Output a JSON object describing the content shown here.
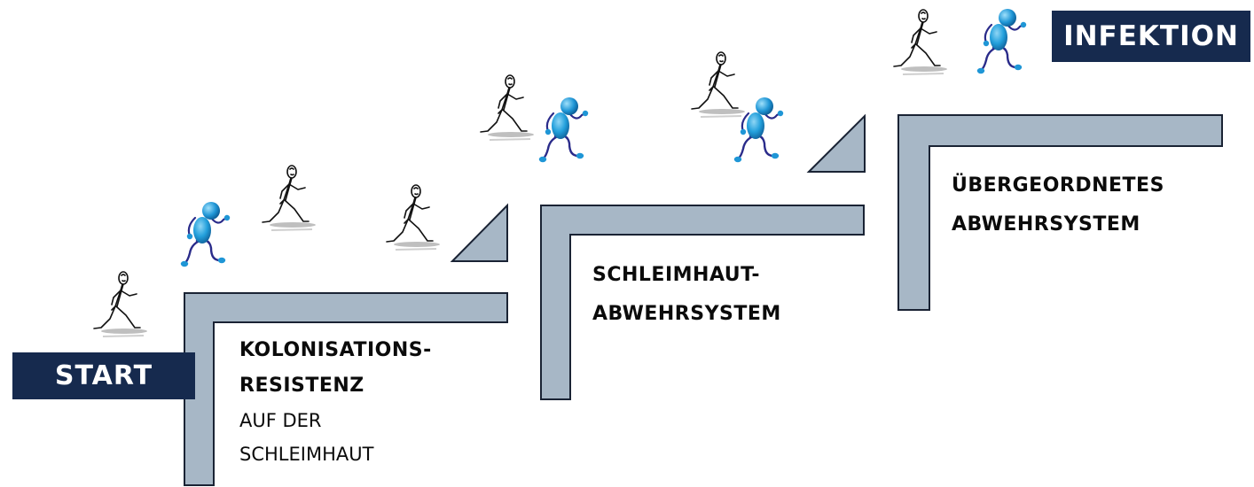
{
  "badges": {
    "start": "START",
    "infektion": "INFEKTION"
  },
  "steps": [
    {
      "title_line1": "KOLONISATIONS-",
      "title_line2": "RESISTENZ",
      "sub_line1": "AUF DER",
      "sub_line2": "SCHLEIMHAUT"
    },
    {
      "title_line1": "SCHLEIMHAUT-",
      "title_line2": "ABWEHRSYSTEM"
    },
    {
      "title_line1": "ÜBERGEORDNETES",
      "title_line2": "ABWEHRSYSTEM"
    }
  ],
  "colors": {
    "step_fill": "#a7b7c6",
    "step_outline": "#1a2334",
    "badge_bg": "#162a4e",
    "runner_blue": "#1d8fcf"
  },
  "icons": [
    "stick-figure-runner-icon",
    "blue-runner-icon"
  ]
}
